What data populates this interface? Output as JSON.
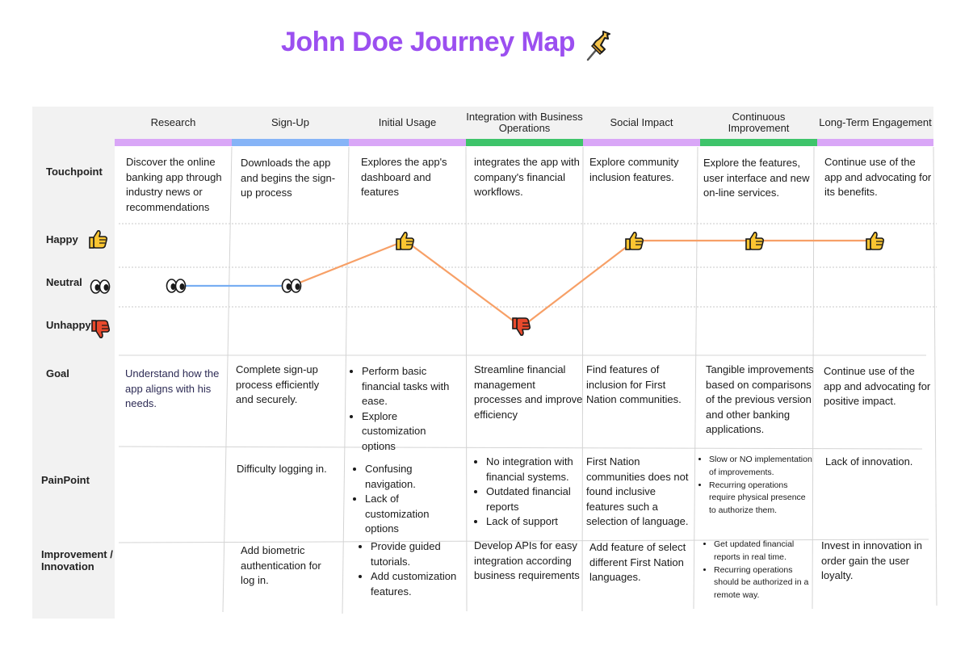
{
  "title": "John Doe Journey Map",
  "colors": {
    "title": "#9b4ff0",
    "purple": "#d9a6f7",
    "blue": "#86b4f7",
    "green": "#3ec46a",
    "line_orange": "#f7a067",
    "line_blue": "#78aef2"
  },
  "stages": [
    {
      "label": "Research",
      "color": "#d9a6f7"
    },
    {
      "label": "Sign-Up",
      "color": "#86b4f7"
    },
    {
      "label": "Initial Usage",
      "color": "#d9a6f7"
    },
    {
      "label": "Integration with Business Operations",
      "color": "#3ec46a"
    },
    {
      "label": "Social Impact",
      "color": "#d9a6f7"
    },
    {
      "label": "Continuous Improvement",
      "color": "#3ec46a"
    },
    {
      "label": "Long-Term Engagement",
      "color": "#d9a6f7"
    }
  ],
  "row_labels": {
    "touchpoint": "Touchpoint",
    "happy": "Happy",
    "neutral": "Neutral",
    "unhappy": "Unhappy",
    "goal": "Goal",
    "painpoint": "PainPoint",
    "improvement": "Improvement / Innovation"
  },
  "touchpoints": [
    "Discover the online banking app through industry news or recommendations",
    "Downloads the app and begins the sign-up process",
    "Explores the app's dashboard and features",
    "integrates the app with company's financial workflows.",
    "Explore community inclusion  features.",
    "Explore the features, user interface and new on-line services.",
    "Continue  use of the app and advocating for its benefits."
  ],
  "emotions": [
    "neutral",
    "neutral",
    "happy",
    "unhappy",
    "happy",
    "happy",
    "happy"
  ],
  "goals": [
    {
      "text": "Understand how the app aligns with his needs."
    },
    {
      "text": "Complete sign-up process efficiently and securely."
    },
    {
      "items": [
        "Perform basic financial tasks with ease.",
        "Explore customization options"
      ]
    },
    {
      "text": "Streamline financial management processes and improve efficiency"
    },
    {
      "text": "Find features of inclusion for First Nation communities."
    },
    {
      "text": "Tangible improvements based on comparisons of the previous version and other banking applications."
    },
    {
      "text": "Continue  use of the app and advocating for positive impact."
    }
  ],
  "painpoints": [
    null,
    {
      "text": "Difficulty logging in."
    },
    {
      "items": [
        "Confusing navigation.",
        "Lack of customization options"
      ]
    },
    {
      "items": [
        "No integration with financial systems.",
        "Outdated financial reports",
        "Lack of support"
      ]
    },
    {
      "text": "First Nation communities does not found inclusive features such a selection of language."
    },
    {
      "items": [
        "Slow or NO implementation of improvements.",
        "Recurring operations require physical presence to authorize them."
      ]
    },
    {
      "text": "Lack of innovation."
    }
  ],
  "improvements": [
    null,
    {
      "text": "Add biometric authentication for log in."
    },
    {
      "items": [
        "Provide guided tutorials.",
        "Add  customization features."
      ]
    },
    {
      "text": "Develop APIs for easy integration according business requirements"
    },
    {
      "text": "Add feature of select different First Nation languages."
    },
    {
      "items": [
        "Get updated financial reports in real time.",
        "Recurring operations should be authorized in a remote way."
      ]
    },
    {
      "text": "Invest in  innovation in order gain the user loyalty."
    }
  ]
}
